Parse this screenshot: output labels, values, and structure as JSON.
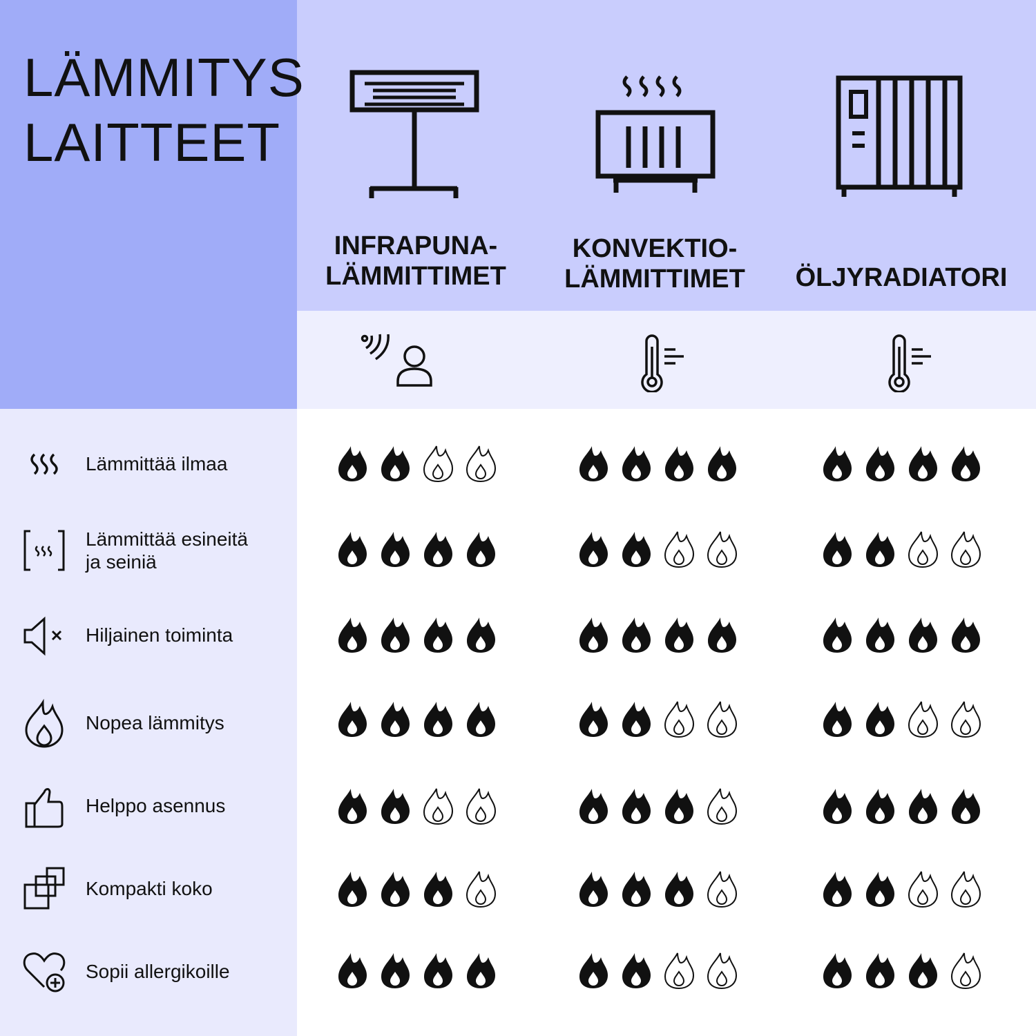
{
  "title": {
    "line1": "LÄMMITYS",
    "line2": "LAITTEET"
  },
  "products": [
    {
      "name_line1": "INFRAPUNA-",
      "name_line2": "LÄMMITTIMET",
      "icon": "infrared-heater-icon",
      "sub_icon": "radiant-person-icon"
    },
    {
      "name_line1": "KONVEKTIO-",
      "name_line2": "LÄMMITTIMET",
      "icon": "convection-heater-icon",
      "sub_icon": "thermometer-icon"
    },
    {
      "name_line1": "",
      "name_line2": "ÖLJYRADIATORI",
      "icon": "oil-radiator-icon",
      "sub_icon": "thermometer-icon"
    }
  ],
  "features": [
    {
      "label_line1": "Lämmittää ilmaa",
      "label_line2": "",
      "icon": "heat-waves-icon"
    },
    {
      "label_line1": "Lämmittää esineitä",
      "label_line2": "ja seiniä",
      "icon": "framed-heat-icon"
    },
    {
      "label_line1": "Hiljainen toiminta",
      "label_line2": "",
      "icon": "speaker-mute-icon"
    },
    {
      "label_line1": "Nopea lämmitys",
      "label_line2": "",
      "icon": "flame-icon"
    },
    {
      "label_line1": "Helppo asennus",
      "label_line2": "",
      "icon": "thumbs-up-icon"
    },
    {
      "label_line1": "Kompakti koko",
      "label_line2": "",
      "icon": "compact-boxes-icon"
    },
    {
      "label_line1": "Sopii allergikoille",
      "label_line2": "",
      "icon": "heart-plus-icon"
    }
  ],
  "rating_max": 4,
  "ratings": [
    [
      2,
      4,
      4
    ],
    [
      4,
      2,
      2
    ],
    [
      4,
      4,
      4
    ],
    [
      4,
      2,
      2
    ],
    [
      2,
      3,
      4
    ],
    [
      3,
      3,
      2
    ],
    [
      4,
      2,
      3
    ]
  ],
  "colors": {
    "title_panel": "#a0acf8",
    "header_panel": "#c9cdfd",
    "subicon_panel": "#eeeffe",
    "feature_panel": "#e9eafd",
    "flame_filled": "#111111",
    "flame_outline": "#111111"
  }
}
